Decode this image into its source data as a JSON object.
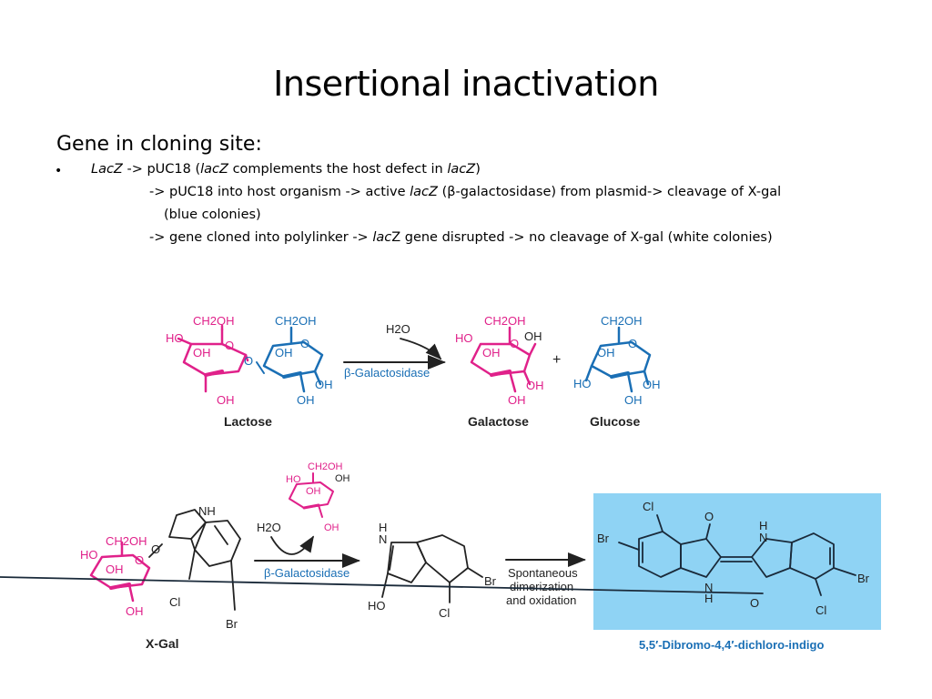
{
  "slide": {
    "title": "Insertional inactivation",
    "subhead": "Gene in cloning site:",
    "bullet_mark": "•",
    "lines": {
      "l1_a": "LacZ",
      "l1_b": " -> pUC18 (",
      "l1_c": "lacZ",
      "l1_d": " complements the host defect in ",
      "l1_e": "lacZ",
      "l1_f": ")",
      "l2_a": "-> pUC18 into host organism -> active ",
      "l2_b": "lacZ",
      "l2_c": " (β-galactosidase) from plasmid-> cleavage of X-gal",
      "l3": "(blue colonies)",
      "l4_a": "-> gene cloned into polylinker -> ",
      "l4_b": "lac",
      "l4_c": "Z gene disrupted -> no cleavage of X-gal (white colonies)"
    }
  },
  "reaction1": {
    "lactose": "Lactose",
    "galactose": "Galactose",
    "glucose": "Glucose",
    "water": "H2O",
    "enzyme": "β-Galactosidase",
    "plus": "+",
    "ch2oh": "CH2OH",
    "oh": "OH",
    "ho": "HO",
    "o": "O"
  },
  "reaction2": {
    "xgal": "X-Gal",
    "water": "H2O",
    "enzyme": "β-Galactosidase",
    "step": [
      "Spontaneous",
      "dimerization",
      "and oxidation"
    ],
    "product": "5,5′-Dibromo-4,4′-dichloro-indigo",
    "nh": "NH",
    "n": "N",
    "h": "H",
    "cl": "Cl",
    "br": "Br",
    "ho": "HO",
    "o": "O"
  },
  "colors": {
    "galactose": "#e0218a",
    "glucose": "#1a6fb5",
    "indigo_box": "#8fd3f4"
  }
}
